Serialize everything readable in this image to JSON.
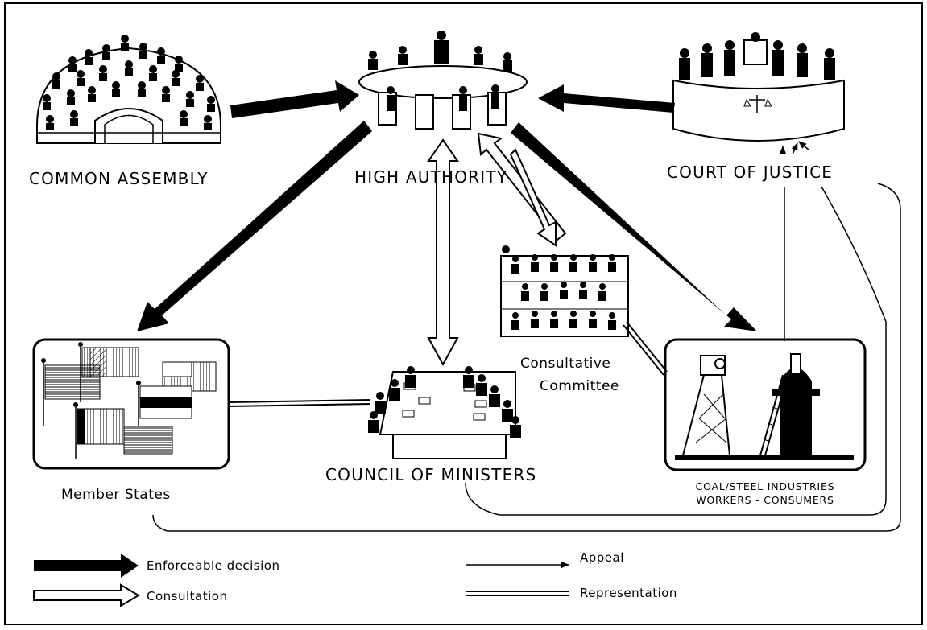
{
  "bodies": {
    "common_assembly": "COMMON ASSEMBLY",
    "high_authority": "HIGH AUTHORITY",
    "court_of_justice": "COURT OF JUSTICE",
    "consultative_committee_line1": "Consultative",
    "consultative_committee_line2": "Committee",
    "member_states": "Member States",
    "council_of_ministers": "COUNCIL OF MINISTERS",
    "industries_line1": "COAL/STEEL INDUSTRIES",
    "industries_line2": "WORKERS - CONSUMERS"
  },
  "legend": {
    "enforceable": "Enforceable decision",
    "consultation": "Consultation",
    "appeal": "Appeal",
    "representation": "Representation"
  },
  "colors": {
    "ink": "#000000",
    "paper": "#ffffff"
  }
}
